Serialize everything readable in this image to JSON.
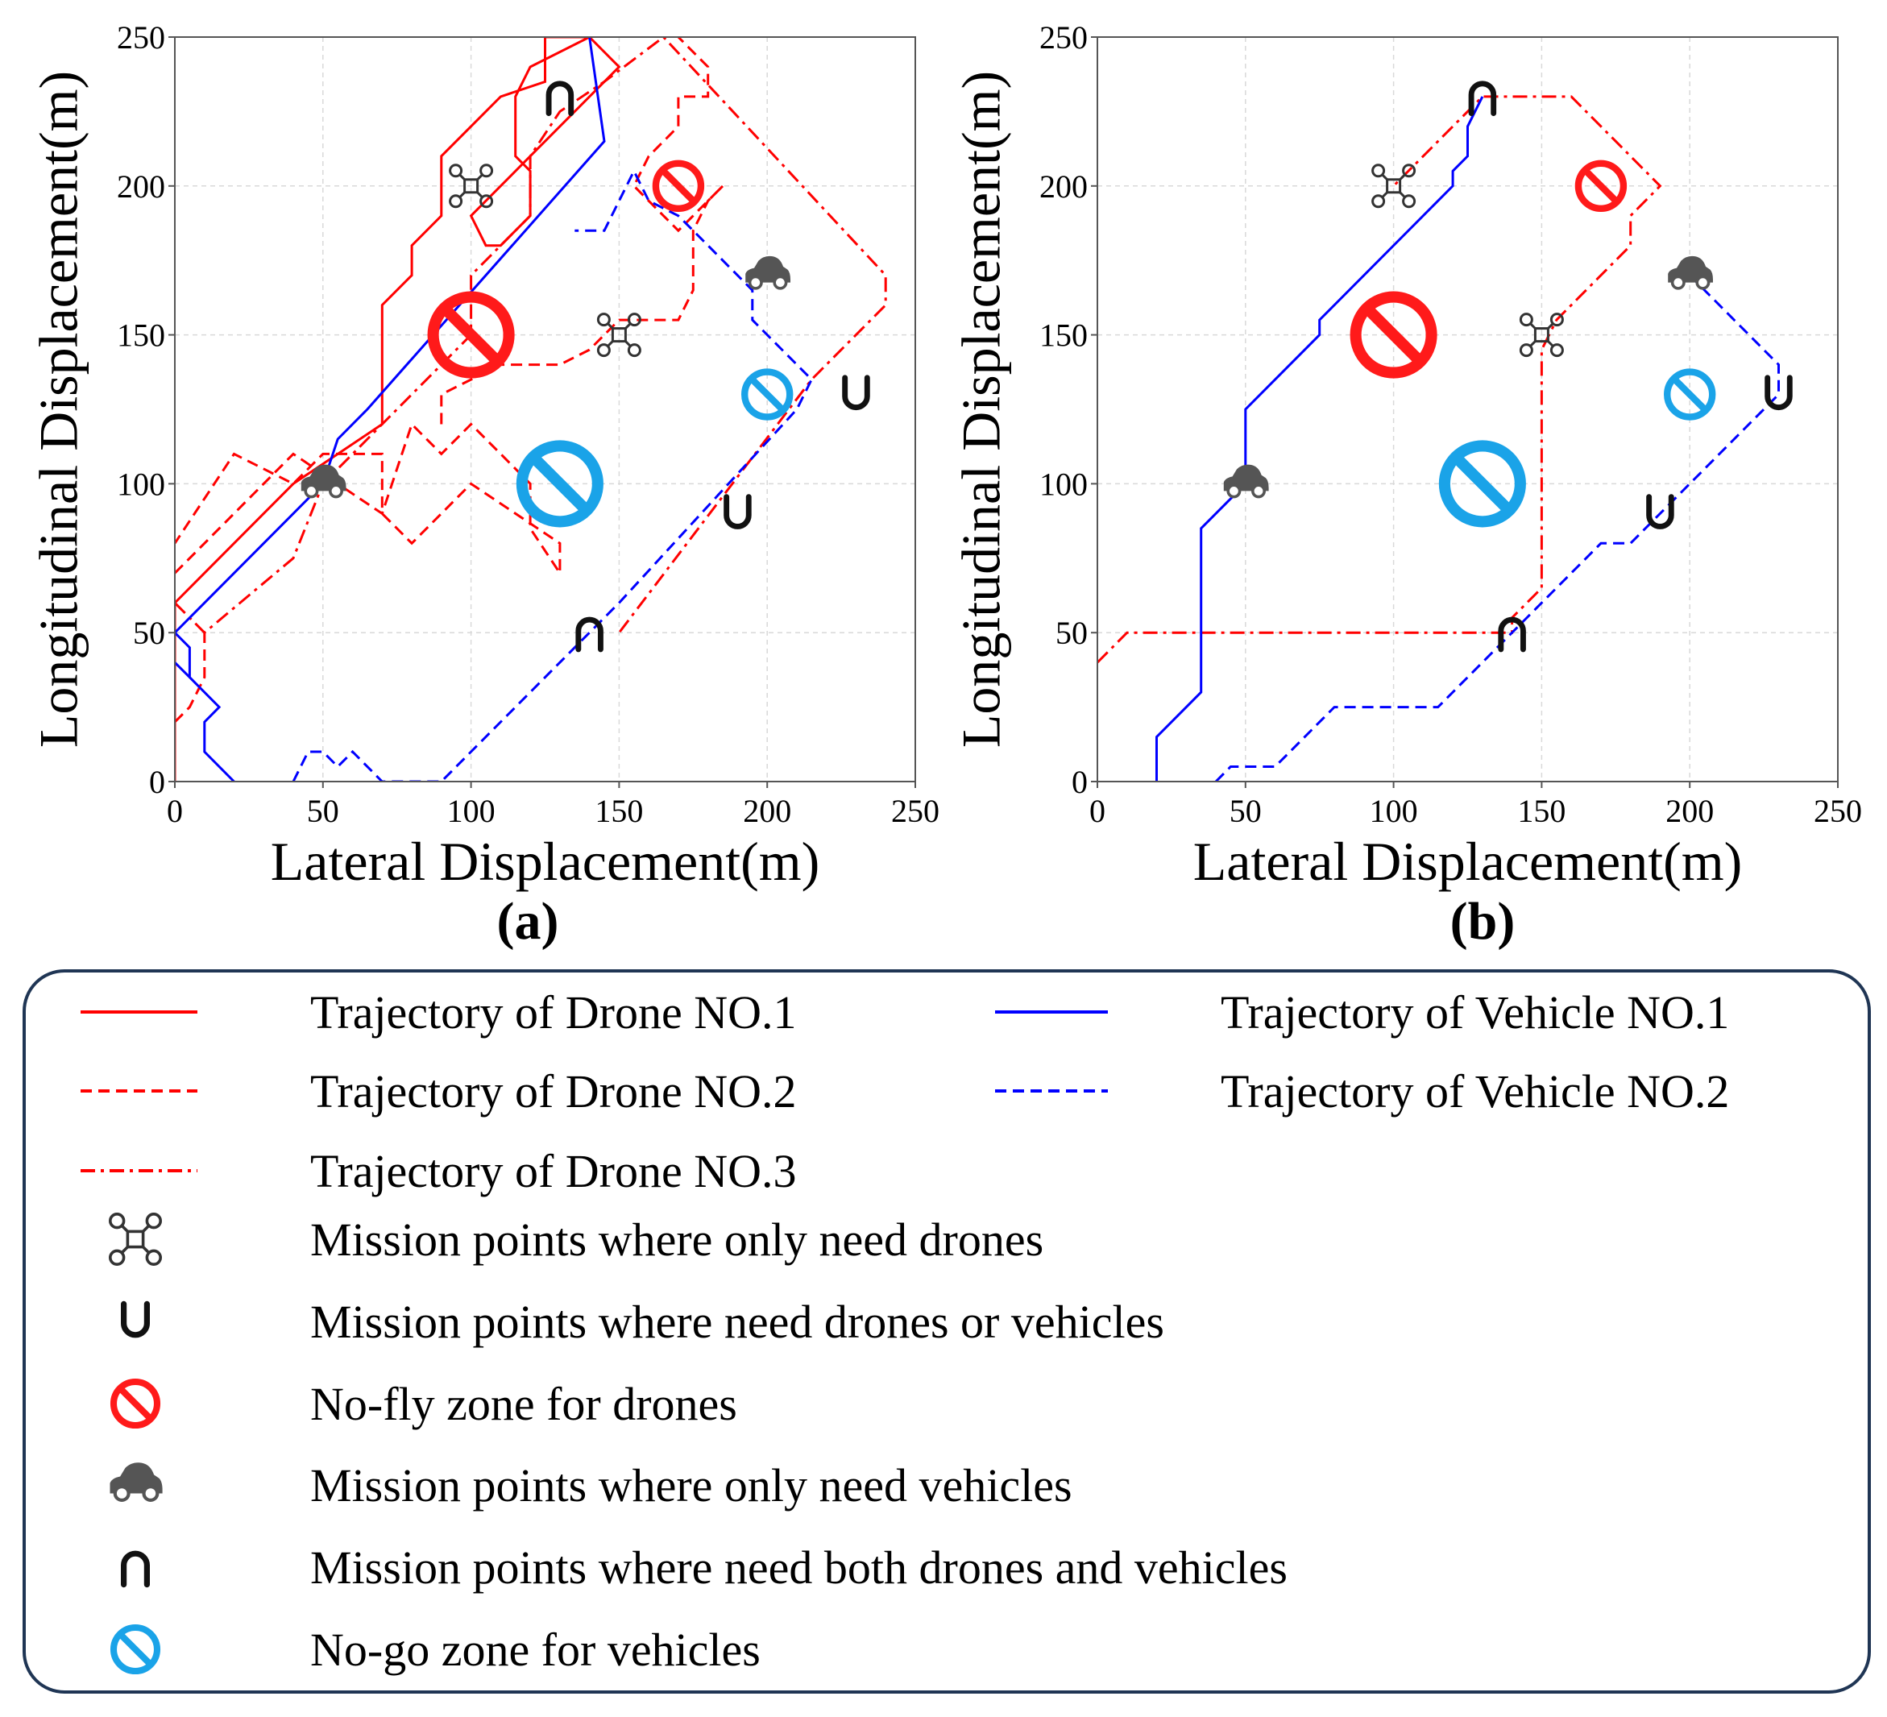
{
  "chart_data": [
    {
      "type": "line",
      "panel_label": "(a)",
      "xlabel": "Lateral Displacement(m)",
      "ylabel": "Longitudinal Displacement(m)",
      "xlim": [
        0,
        250
      ],
      "ylim": [
        0,
        250
      ],
      "xticks": [
        "0",
        "50",
        "100",
        "150",
        "200",
        "250"
      ],
      "yticks": [
        "0",
        "50",
        "100",
        "150",
        "200",
        "250"
      ],
      "grid": true,
      "series": [
        {
          "id": "drone-1",
          "name": "Trajectory of Drone NO.1",
          "style": "solid",
          "color": "#ff0000",
          "points": [
            [
              0,
              0
            ],
            [
              0,
              60
            ],
            [
              40,
              100
            ],
            [
              70,
              120
            ],
            [
              70,
              160
            ],
            [
              80,
              170
            ],
            [
              80,
              180
            ],
            [
              90,
              190
            ],
            [
              90,
              210
            ],
            [
              110,
              230
            ],
            [
              125,
              235
            ],
            [
              125,
              250
            ],
            [
              140,
              250
            ],
            [
              150,
              240
            ],
            [
              120,
              210
            ],
            [
              110,
              200
            ],
            [
              100,
              190
            ],
            [
              105,
              180
            ],
            [
              110,
              180
            ],
            [
              120,
              190
            ],
            [
              120,
              205
            ],
            [
              115,
              210
            ],
            [
              115,
              230
            ],
            [
              120,
              240
            ],
            [
              140,
              250
            ]
          ]
        },
        {
          "id": "drone-2",
          "name": "Trajectory of Drone NO.2",
          "style": "dashed",
          "color": "#ff0000",
          "points": [
            [
              0,
              70
            ],
            [
              40,
              110
            ],
            [
              70,
              90
            ],
            [
              80,
              120
            ],
            [
              90,
              110
            ],
            [
              100,
              120
            ],
            [
              110,
              110
            ],
            [
              120,
              100
            ],
            [
              120,
              85
            ],
            [
              130,
              70
            ],
            [
              130,
              80
            ],
            [
              100,
              100
            ],
            [
              90,
              90
            ],
            [
              80,
              80
            ],
            [
              70,
              90
            ],
            [
              70,
              110
            ],
            [
              50,
              110
            ],
            [
              40,
              100
            ],
            [
              20,
              110
            ],
            [
              0,
              80
            ]
          ]
        },
        {
          "id": "drone-2b",
          "name": "",
          "style": "dashed",
          "color": "#ff0000",
          "points": [
            [
              0,
              20
            ],
            [
              5,
              25
            ],
            [
              10,
              35
            ],
            [
              10,
              50
            ]
          ]
        },
        {
          "id": "drone-2c",
          "name": "",
          "style": "dashed",
          "color": "#ff0000",
          "points": [
            [
              90,
              120
            ],
            [
              90,
              130
            ],
            [
              110,
              140
            ],
            [
              130,
              140
            ],
            [
              140,
              145
            ],
            [
              150,
              155
            ],
            [
              170,
              155
            ],
            [
              175,
              165
            ],
            [
              175,
              185
            ],
            [
              180,
              195
            ],
            [
              185,
              200
            ],
            [
              170,
              185
            ],
            [
              165,
              190
            ],
            [
              155,
              200
            ],
            [
              160,
              210
            ],
            [
              170,
              220
            ],
            [
              170,
              230
            ],
            [
              180,
              230
            ],
            [
              180,
              240
            ],
            [
              170,
              250
            ]
          ]
        },
        {
          "id": "drone-3",
          "name": "Trajectory of Drone NO.3",
          "style": "dashdot",
          "color": "#ff0000",
          "points": [
            [
              0,
              60
            ],
            [
              10,
              50
            ],
            [
              40,
              75
            ],
            [
              50,
              100
            ],
            [
              80,
              130
            ],
            [
              100,
              150
            ],
            [
              100,
              170
            ],
            [
              120,
              190
            ],
            [
              120,
              210
            ],
            [
              130,
              225
            ],
            [
              145,
              235
            ],
            [
              165,
              250
            ],
            [
              240,
              170
            ],
            [
              240,
              160
            ],
            [
              215,
              135
            ],
            [
              150,
              50
            ]
          ]
        },
        {
          "id": "vehicle-1",
          "name": "Trajectory of Vehicle NO.1",
          "style": "solid",
          "color": "#0000ff",
          "points": [
            [
              20,
              0
            ],
            [
              10,
              10
            ],
            [
              10,
              20
            ],
            [
              15,
              25
            ],
            [
              5,
              35
            ],
            [
              5,
              45
            ],
            [
              0,
              50
            ],
            [
              50,
              100
            ],
            [
              55,
              115
            ],
            [
              65,
              125
            ],
            [
              145,
              215
            ],
            [
              140,
              250
            ]
          ]
        },
        {
          "id": "vehicle-1b",
          "name": "",
          "style": "solid",
          "color": "#0000ff",
          "points": [
            [
              0,
              40
            ],
            [
              5,
              35
            ]
          ]
        },
        {
          "id": "vehicle-2",
          "name": "Trajectory of Vehicle NO.2",
          "style": "dashed",
          "color": "#0000ff",
          "points": [
            [
              40,
              0
            ],
            [
              45,
              10
            ],
            [
              50,
              10
            ],
            [
              55,
              5
            ],
            [
              60,
              10
            ],
            [
              70,
              0
            ],
            [
              90,
              0
            ],
            [
              140,
              50
            ],
            [
              150,
              60
            ],
            [
              210,
              125
            ],
            [
              215,
              135
            ],
            [
              210,
              140
            ],
            [
              195,
              155
            ],
            [
              195,
              165
            ],
            [
              190,
              170
            ],
            [
              180,
              180
            ],
            [
              175,
              185
            ],
            [
              170,
              190
            ],
            [
              160,
              195
            ],
            [
              155,
              205
            ],
            [
              145,
              185
            ],
            [
              135,
              185
            ]
          ]
        }
      ],
      "markers": [
        {
          "kind": "drone-only",
          "x": 100,
          "y": 200
        },
        {
          "kind": "drone-only",
          "x": 150,
          "y": 150
        },
        {
          "kind": "drones-or-vehicles",
          "x": 190,
          "y": 90
        },
        {
          "kind": "drones-or-vehicles",
          "x": 230,
          "y": 130
        },
        {
          "kind": "vehicle-only",
          "x": 50,
          "y": 100
        },
        {
          "kind": "vehicle-only",
          "x": 200,
          "y": 170
        },
        {
          "kind": "both",
          "x": 140,
          "y": 50
        },
        {
          "kind": "both",
          "x": 130,
          "y": 230
        },
        {
          "kind": "no-fly",
          "x": 100,
          "y": 150,
          "size": "large"
        },
        {
          "kind": "no-fly",
          "x": 170,
          "y": 200,
          "size": "small"
        },
        {
          "kind": "no-go",
          "x": 130,
          "y": 100,
          "size": "large"
        },
        {
          "kind": "no-go",
          "x": 200,
          "y": 130,
          "size": "small"
        }
      ]
    },
    {
      "type": "line",
      "panel_label": "(b)",
      "xlabel": "Lateral Displacement(m)",
      "ylabel": "Longitudinal Displacement(m)",
      "xlim": [
        0,
        250
      ],
      "ylim": [
        0,
        250
      ],
      "xticks": [
        "0",
        "50",
        "100",
        "150",
        "200",
        "250"
      ],
      "yticks": [
        "0",
        "50",
        "100",
        "150",
        "200",
        "250"
      ],
      "grid": true,
      "series": [
        {
          "id": "drone-3",
          "name": "Trajectory of Drone NO.3",
          "style": "dashdot",
          "color": "#ff0000",
          "points": [
            [
              0,
              40
            ],
            [
              10,
              50
            ],
            [
              140,
              50
            ],
            [
              140,
              55
            ],
            [
              150,
              65
            ],
            [
              150,
              145
            ],
            [
              155,
              155
            ],
            [
              180,
              180
            ],
            [
              180,
              190
            ],
            [
              190,
              200
            ],
            [
              160,
              230
            ],
            [
              130,
              230
            ],
            [
              100,
              200
            ]
          ]
        },
        {
          "id": "vehicle-1",
          "name": "Trajectory of Vehicle NO.1",
          "style": "solid",
          "color": "#0000ff",
          "points": [
            [
              20,
              0
            ],
            [
              20,
              15
            ],
            [
              35,
              30
            ],
            [
              35,
              85
            ],
            [
              50,
              100
            ],
            [
              50,
              125
            ],
            [
              75,
              150
            ],
            [
              75,
              155
            ],
            [
              120,
              200
            ],
            [
              120,
              205
            ],
            [
              125,
              210
            ],
            [
              125,
              220
            ],
            [
              130,
              230
            ]
          ]
        },
        {
          "id": "vehicle-2",
          "name": "Trajectory of Vehicle NO.2",
          "style": "dashed",
          "color": "#0000ff",
          "points": [
            [
              40,
              0
            ],
            [
              45,
              5
            ],
            [
              60,
              5
            ],
            [
              80,
              25
            ],
            [
              115,
              25
            ],
            [
              140,
              50
            ],
            [
              170,
              80
            ],
            [
              180,
              80
            ],
            [
              230,
              130
            ],
            [
              230,
              140
            ],
            [
              200,
              170
            ]
          ]
        }
      ],
      "markers": [
        {
          "kind": "drone-only",
          "x": 100,
          "y": 200
        },
        {
          "kind": "drone-only",
          "x": 150,
          "y": 150
        },
        {
          "kind": "drones-or-vehicles",
          "x": 190,
          "y": 90
        },
        {
          "kind": "drones-or-vehicles",
          "x": 230,
          "y": 130
        },
        {
          "kind": "vehicle-only",
          "x": 50,
          "y": 100
        },
        {
          "kind": "vehicle-only",
          "x": 200,
          "y": 170
        },
        {
          "kind": "both",
          "x": 140,
          "y": 50
        },
        {
          "kind": "both",
          "x": 130,
          "y": 230
        },
        {
          "kind": "no-fly",
          "x": 100,
          "y": 150,
          "size": "large"
        },
        {
          "kind": "no-fly",
          "x": 170,
          "y": 200,
          "size": "small"
        },
        {
          "kind": "no-go",
          "x": 130,
          "y": 100,
          "size": "large"
        },
        {
          "kind": "no-go",
          "x": 200,
          "y": 130,
          "size": "small"
        }
      ]
    }
  ],
  "legend": {
    "lines": [
      {
        "label": "Trajectory of Drone NO.1",
        "style": "solid",
        "color": "#ff0000"
      },
      {
        "label": "Trajectory of Drone NO.2",
        "style": "dashed",
        "color": "#ff0000"
      },
      {
        "label": "Trajectory of Drone NO.3",
        "style": "dashdot",
        "color": "#ff0000"
      },
      {
        "label": "Trajectory of Vehicle NO.1",
        "style": "solid",
        "color": "#0000ff"
      },
      {
        "label": "Trajectory of Vehicle NO.2",
        "style": "dashed",
        "color": "#0000ff"
      }
    ],
    "symbols": [
      {
        "label": "Mission points where only need drones",
        "icon": "drone-icon"
      },
      {
        "label": "Mission points where need drones or vehicles",
        "icon": "cup-icon"
      },
      {
        "label": "No-fly zone for drones",
        "icon": "no-fly-icon",
        "color": "#ff1a1a"
      },
      {
        "label": "Mission points where only need vehicles",
        "icon": "car-icon",
        "color": "#555555"
      },
      {
        "label": "Mission points where need both drones and vehicles",
        "icon": "arch-icon"
      },
      {
        "label": "No-go zone for vehicles",
        "icon": "no-go-icon",
        "color": "#1aa3e8"
      }
    ]
  },
  "colors": {
    "drone": "#ff0000",
    "vehicle": "#0000ff",
    "no_fly": "#ff1a1a",
    "no_go": "#1aa3e8",
    "car": "#555555",
    "grid": "#d9d9d9"
  }
}
